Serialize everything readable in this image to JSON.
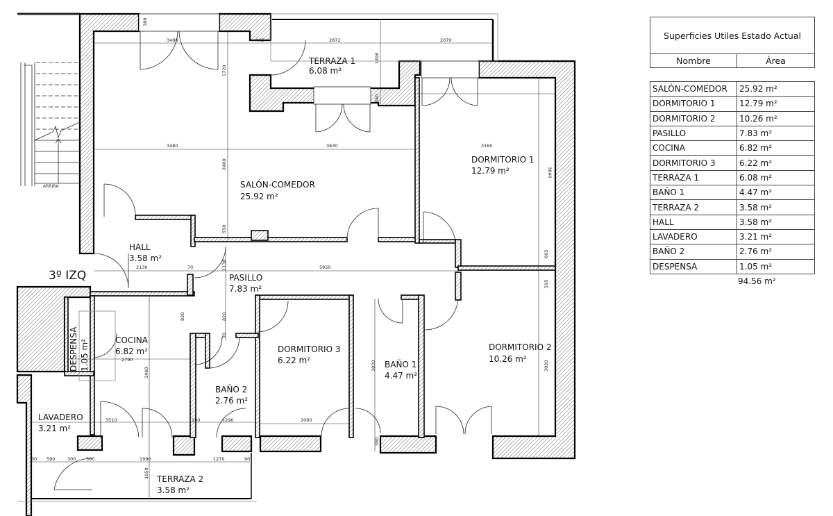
{
  "plan": {
    "unit_label": "3º IZQ",
    "stair_label": "ARRIBA",
    "rooms": {
      "salon": {
        "name": "SALÓN-COMEDOR",
        "area": "25.92 m²"
      },
      "dorm1": {
        "name": "DORMITORIO 1",
        "area": "12.79 m²"
      },
      "dorm2": {
        "name": "DORMITORIO 2",
        "area": "10.26 m²"
      },
      "pasillo": {
        "name": "PASILLO",
        "area": "7.83 m²"
      },
      "cocina": {
        "name": "COCINA",
        "area": "6.82 m²"
      },
      "dorm3": {
        "name": "DORMITORIO 3",
        "area": "6.22 m²"
      },
      "terraza1": {
        "name": "TERRAZA 1",
        "area": "6.08 m²"
      },
      "bano1": {
        "name": "BAÑO 1",
        "area": "4.47 m²"
      },
      "terraza2": {
        "name": "TERRAZA 2",
        "area": "3.58 m²"
      },
      "hall": {
        "name": "HALL",
        "area": "3.58 m²"
      },
      "lavadero": {
        "name": "LAVADERO",
        "area": "3.21 m²"
      },
      "bano2": {
        "name": "BAÑO 2",
        "area": "2.76 m²"
      },
      "despensa": {
        "name": "DESPENSA",
        "area": "1.05 m²"
      }
    },
    "dimensions": {
      "d380_top": "380",
      "d3480_top": "3480",
      "d445": "445",
      "d2872": "2872",
      "d2070": "2070",
      "d1490": "1490",
      "d1720": "1720",
      "d380_t1": "380",
      "d3480_mid": "3480",
      "d3630": "3630",
      "d3160": "3160",
      "d3640": "3640",
      "d2400": "2400",
      "d550": "550",
      "d605": "605",
      "d595": "595",
      "d2130": "2130",
      "d70": "70",
      "d1130": "1130",
      "d5950": "5950",
      "d820a": "820",
      "d820b": "820",
      "d70b": "70",
      "d2790": "2790",
      "d3460": "3460",
      "d3020a": "3020",
      "d3020b": "3020",
      "d2060": "2060",
      "d380_b1": "380",
      "d3510": "3510",
      "d180": "180",
      "d1290": "1290",
      "d30": "30",
      "d590": "590",
      "d300": "300",
      "d500": "500",
      "d1990": "1990",
      "d1270": "1270",
      "d90": "90",
      "d1050": "1050"
    }
  },
  "table": {
    "title": "Superficies Utiles Estado Actual",
    "col_name": "Nombre",
    "col_area": "Área",
    "rows": [
      {
        "name": "SALÓN-COMEDOR",
        "area": "25.92 m²"
      },
      {
        "name": "DORMITORIO 1",
        "area": "12.79 m²"
      },
      {
        "name": "DORMITORIO 2",
        "area": "10.26 m²"
      },
      {
        "name": "PASILLO",
        "area": "7.83 m²"
      },
      {
        "name": "COCINA",
        "area": "6.82 m²"
      },
      {
        "name": "DORMITORIO 3",
        "area": "6.22 m²"
      },
      {
        "name": "TERRAZA 1",
        "area": "6.08 m²"
      },
      {
        "name": "BAÑO 1",
        "area": "4.47 m²"
      },
      {
        "name": "TERRAZA 2",
        "area": "3.58 m²"
      },
      {
        "name": "HALL",
        "area": "3.58 m²"
      },
      {
        "name": "LAVADERO",
        "area": "3.21 m²"
      },
      {
        "name": "BAÑO 2",
        "area": "2.76 m²"
      },
      {
        "name": "DESPENSA",
        "area": "1.05 m²"
      }
    ],
    "total": "94.56 m²"
  }
}
